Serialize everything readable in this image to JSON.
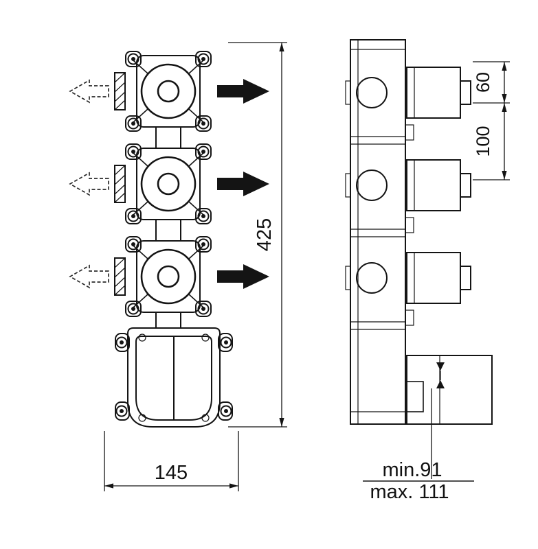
{
  "drawing": {
    "front_view": {
      "dim_height_label": "425",
      "dim_width_label": "145"
    },
    "side_view": {
      "dim_offset_label": "60",
      "dim_spacing_label": "100",
      "dim_depth_min_label": "min.91",
      "dim_depth_max_label": "max. 111"
    }
  }
}
